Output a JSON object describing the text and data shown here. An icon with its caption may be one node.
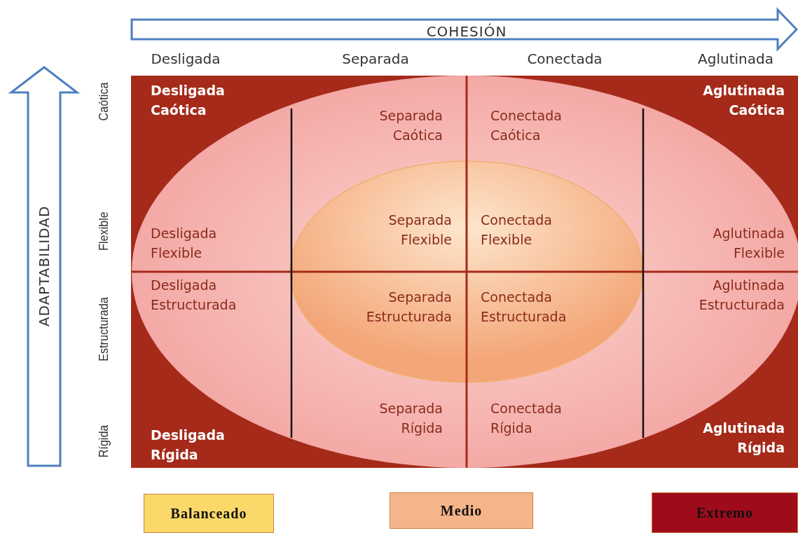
{
  "diagram": {
    "labels": [
      "COHESIÓN",
      "Desligada",
      "Separada",
      "Conectada",
      "Aglutinada",
      "ADAPTABILIDAD",
      "Caótica",
      "Desligada Caótica",
      "Separada Caótica",
      "Conectada Caótica",
      "Aglutinada Caótica",
      "Flexible",
      "Desligada Flexible",
      "Separada Flexible",
      "Conectada Flexible",
      "Aglutinada Flexible",
      "Estructurada",
      "Desligada Estructurada",
      "Separada Estructurada",
      "Conectada Estructurada",
      "Aglutinada Estructurada",
      "Rígida",
      "Desligada Rígida",
      "Separada Rígida",
      "Conectada Rígida",
      "Aglutinada Rígida"
    ],
    "legend": [
      {
        "text": "Balanceado",
        "color": "#fbd86a"
      },
      {
        "text": "Medio",
        "color": "#f6b48a"
      },
      {
        "text": "Extremo",
        "color": "#9e0b1b"
      }
    ]
  }
}
